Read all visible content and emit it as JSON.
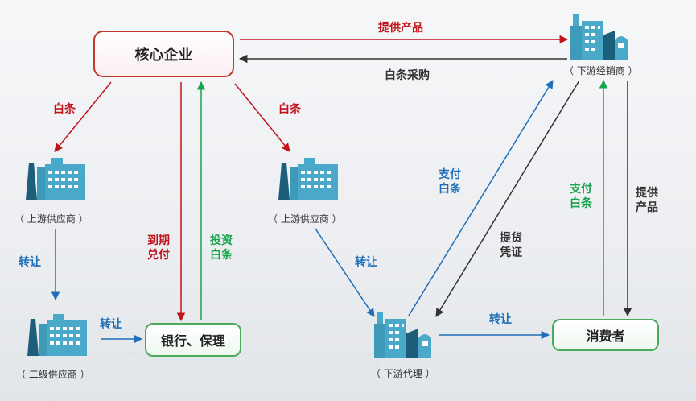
{
  "nodes": {
    "core": "核心企业",
    "downstream_distributor": "（ 下游经销商 ）",
    "upstream_supplier_left": "（ 上游供应商 ）",
    "upstream_supplier_mid": "（ 上游供应商 ）",
    "secondary_supplier": "（ 二级供应商 ）",
    "bank": "银行、保理",
    "downstream_agent": "（ 下游代理 ）",
    "consumer": "消费者"
  },
  "edges": {
    "provide_product_top": "提供产品",
    "ious_purchase": "白条采购",
    "ious_left": "白条",
    "ious_mid": "白条",
    "transfer_left": "转让",
    "transfer_to_bank": "转让",
    "due_pay": [
      "到期",
      "兑付"
    ],
    "invest_ious": [
      "投资",
      "白条"
    ],
    "transfer_mid": "转让",
    "pay_ious_blue": [
      "支付",
      "白条"
    ],
    "pickup_voucher": [
      "提货",
      "凭证"
    ],
    "pay_ious_green": [
      "支付",
      "白条"
    ],
    "provide_product_right": [
      "提供",
      "产品"
    ],
    "transfer_right": "转让"
  },
  "colors": {
    "red": "#c0141c",
    "blue": "#1f6fb8",
    "green": "#17a44a",
    "dark": "#333333",
    "factory_teal": "#4aa8c8",
    "factory_dark": "#1d5f7a"
  }
}
